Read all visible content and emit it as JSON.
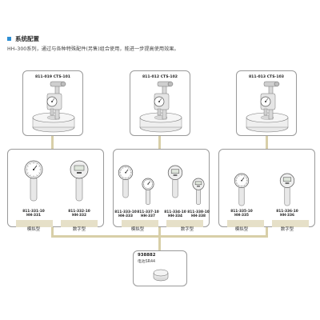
{
  "header": {
    "title": "系统配置",
    "intro": "HH–300系列，通过与各种特殊配件(另售)组合使用，能进一步提高使用效果。",
    "accent_color": "#2e8fd4"
  },
  "colors": {
    "connector": "#d8cfa8",
    "box_border": "#9a9a9a",
    "tab": "#e6e0c8"
  },
  "stands": [
    {
      "code": "811-019",
      "model": "CTS-101"
    },
    {
      "code": "811-012",
      "model": "CTS-102"
    },
    {
      "code": "811-013",
      "model": "CTS-103"
    }
  ],
  "groups": [
    {
      "type_label": "模拟型",
      "gauges": [
        {
          "code": "811-331-10",
          "model": "HH-331",
          "icon": "analog-dial-gauge"
        }
      ]
    },
    {
      "type_label": "数字型",
      "gauges": [
        {
          "code": "811-332-10",
          "model": "HH-332",
          "icon": "digital-gauge"
        }
      ]
    },
    {
      "type_label": "模拟型",
      "gauges": [
        {
          "code": "811-333-10",
          "model": "HH-333",
          "icon": "analog-dial-gauge"
        },
        {
          "code": "811-337-10",
          "model": "HH-337",
          "icon": "analog-dial-gauge"
        }
      ]
    },
    {
      "type_label": "数字型",
      "gauges": [
        {
          "code": "811-334-10",
          "model": "HH-334",
          "icon": "digital-gauge"
        },
        {
          "code": "811-338-10",
          "model": "HH-338",
          "icon": "digital-gauge"
        }
      ]
    },
    {
      "type_label": "模拟型",
      "gauges": [
        {
          "code": "811-335-10",
          "model": "HH-335",
          "icon": "analog-dial-gauge"
        }
      ]
    },
    {
      "type_label": "数字型",
      "gauges": [
        {
          "code": "811-336-10",
          "model": "HH-336",
          "icon": "digital-gauge"
        }
      ]
    }
  ],
  "accessory": {
    "code": "938882",
    "name": "电池SR44",
    "icon": "battery-icon"
  }
}
